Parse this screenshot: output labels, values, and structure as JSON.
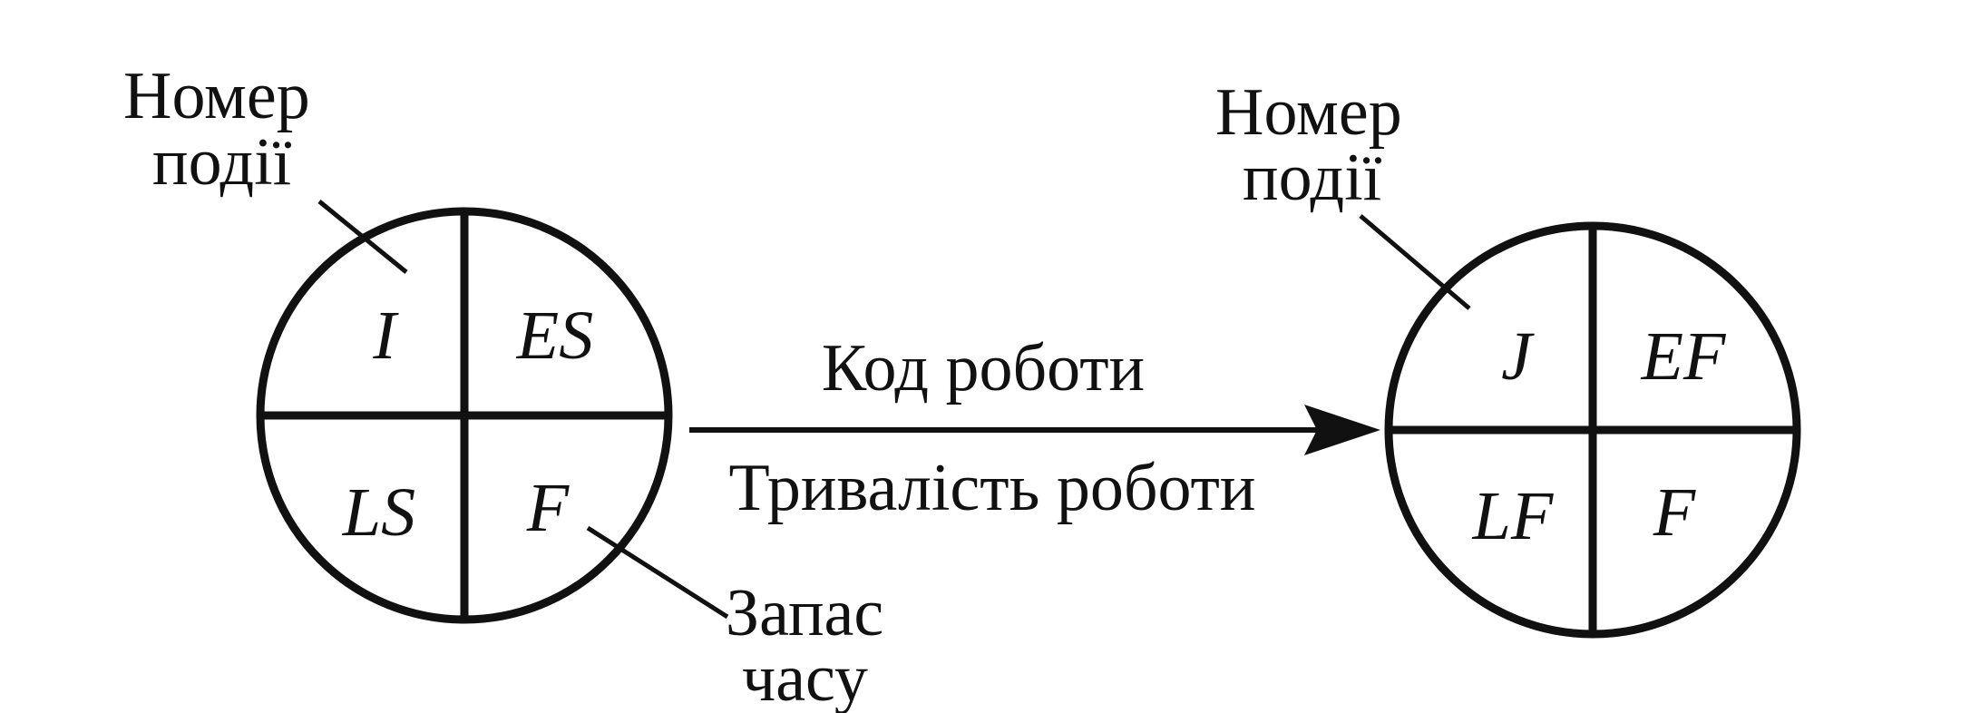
{
  "left_node": {
    "top_label_line1": "Номер",
    "top_label_line2": "події",
    "q_top_left": "I",
    "q_top_right": "ES",
    "q_bottom_left": "LS",
    "q_bottom_right": "F",
    "slack_label_line1": "Запас",
    "slack_label_line2": "часу"
  },
  "right_node": {
    "top_label_line1": "Номер",
    "top_label_line2": "події",
    "q_top_left": "J",
    "q_top_right": "EF",
    "q_bottom_left": "LF",
    "q_bottom_right": "F"
  },
  "arrow": {
    "top_label": "Код роботи",
    "bottom_label": "Тривалість роботи"
  },
  "colors": {
    "ink": "#111111",
    "background": "#ffffff"
  }
}
